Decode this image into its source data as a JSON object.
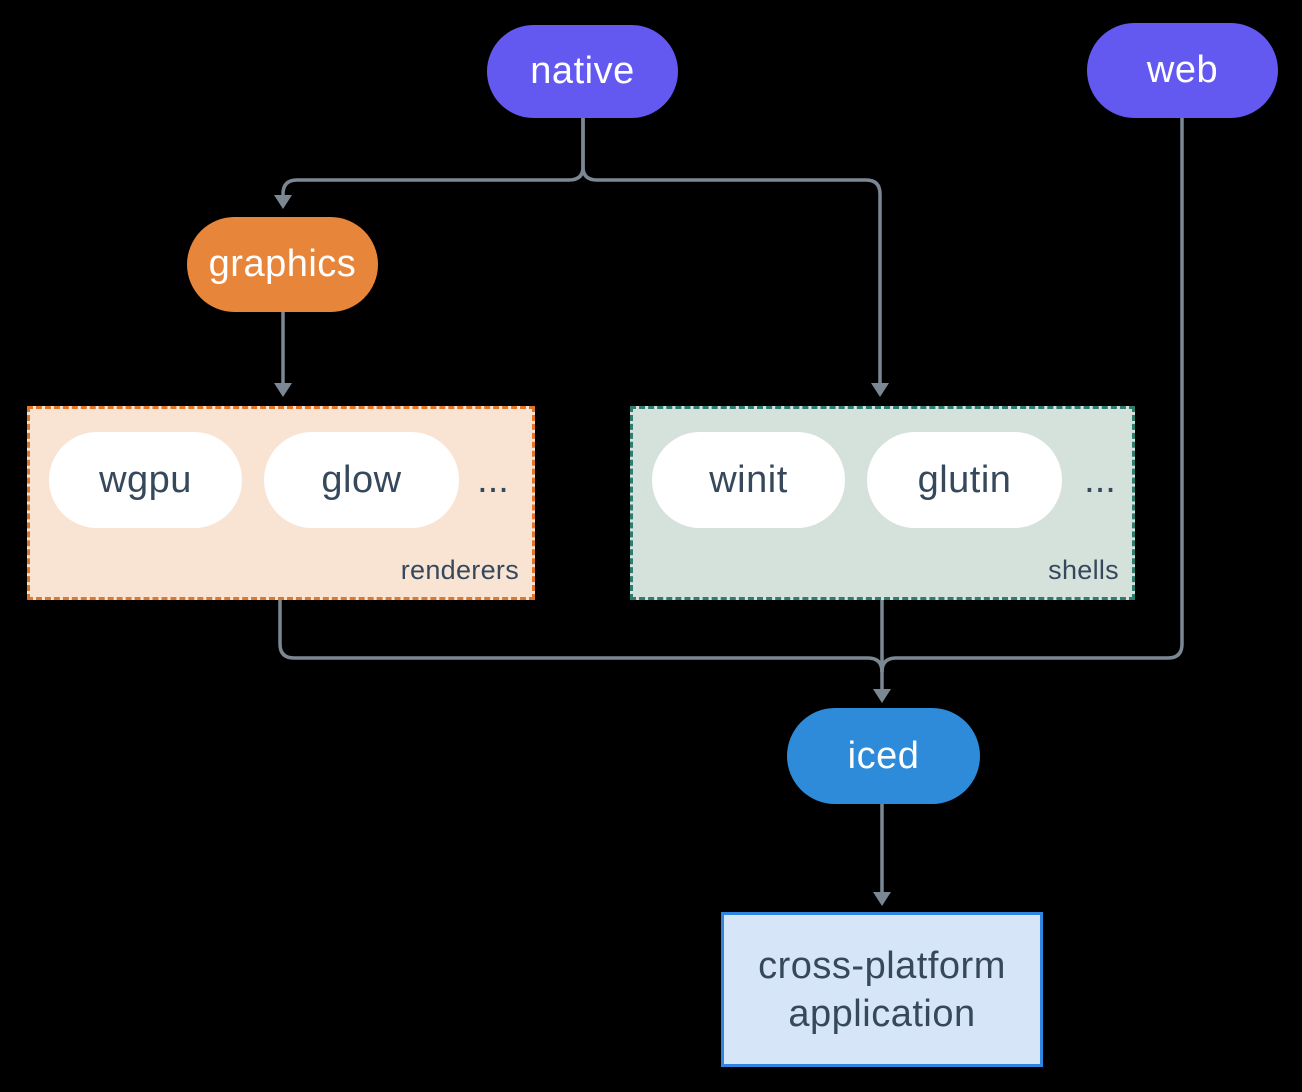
{
  "palette": {
    "canvas-bg": "#000000",
    "node-purple": "#6359f1",
    "node-orange": "#e7863b",
    "node-blue": "#2d8bda",
    "connector-gray": "#7b8894",
    "text-dark": "#36495c",
    "text-light": "#ffffff",
    "renderers-fill": "#f9e4d4",
    "renderers-border": "#e0772b",
    "shells-fill": "#d5e2dc",
    "shells-border": "#2e7d6e",
    "app-fill": "#d6e6f8",
    "app-border": "#2e86de"
  },
  "nodes": {
    "native": {
      "label": "native"
    },
    "web": {
      "label": "web"
    },
    "graphics": {
      "label": "graphics"
    },
    "iced": {
      "label": "iced"
    },
    "app": {
      "label_lines": [
        "cross-platform",
        "application"
      ]
    }
  },
  "groups": {
    "renderers": {
      "label": "renderers",
      "items": [
        "wgpu",
        "glow"
      ],
      "ellipsis": "..."
    },
    "shells": {
      "label": "shells",
      "items": [
        "winit",
        "glutin"
      ],
      "ellipsis": "..."
    }
  }
}
